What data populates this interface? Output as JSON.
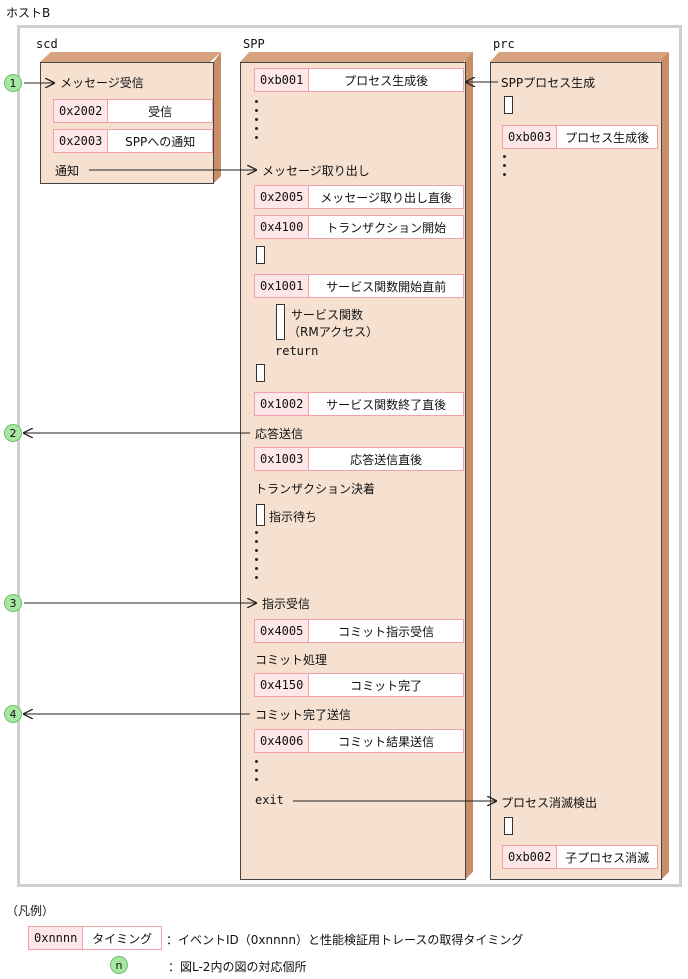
{
  "host_title": "ホストB",
  "columns": {
    "scd": "scd",
    "spp": "SPP",
    "prc": "prc"
  },
  "scd": {
    "receive_message": "メッセージ受信",
    "events": [
      {
        "id": "0x2002",
        "label": "受信"
      },
      {
        "id": "0x2003",
        "label": "SPPへの通知"
      }
    ],
    "notify": "通知"
  },
  "spp": {
    "events": [
      {
        "id": "0xb001",
        "label": "プロセス生成後"
      },
      {
        "id": "0x2005",
        "label": "メッセージ取り出し直後"
      },
      {
        "id": "0x4100",
        "label": "トランザクション開始"
      },
      {
        "id": "0x1001",
        "label": "サービス関数開始直前"
      },
      {
        "id": "0x1002",
        "label": "サービス関数終了直後"
      },
      {
        "id": "0x1003",
        "label": "応答送信直後"
      },
      {
        "id": "0x4005",
        "label": "コミット指示受信"
      },
      {
        "id": "0x4150",
        "label": "コミット完了"
      },
      {
        "id": "0x4006",
        "label": "コミット結果送信"
      }
    ],
    "take_message": "メッセージ取り出し",
    "service_func": "サービス関数",
    "rm_access": "（RMアクセス）",
    "return": "return",
    "send_response": "応答送信",
    "tx_settle": "トランザクション決着",
    "wait_instruction": "指示待ち",
    "receive_instruction": "指示受信",
    "commit_process": "コミット処理",
    "send_commit_done": "コミット完了送信",
    "exit": "exit"
  },
  "prc": {
    "spp_create": "SPPプロセス生成",
    "events": [
      {
        "id": "0xb003",
        "label": "プロセス生成後"
      },
      {
        "id": "0xb002",
        "label": "子プロセス消滅"
      }
    ],
    "detect_exit": "プロセス消滅検出"
  },
  "markers": [
    "1",
    "2",
    "3",
    "4"
  ],
  "legend": {
    "title": "（凡例）",
    "sample_id": "0xnnnn",
    "sample_label": "タイミング",
    "event_desc": "：イベントID（0xnnnn）と性能検証用トレースの取得タイミング",
    "marker_sample": "n",
    "marker_desc": "：図L-2内の図の対応個所"
  },
  "colors": {
    "process_fill": "#f6e1d0",
    "process_edge": "#c98e68",
    "event_border": "#f2a0a8",
    "event_id_fill": "#fde7e8",
    "marker_fill": "#a8e6a3",
    "frame": "#cfcfcf"
  }
}
